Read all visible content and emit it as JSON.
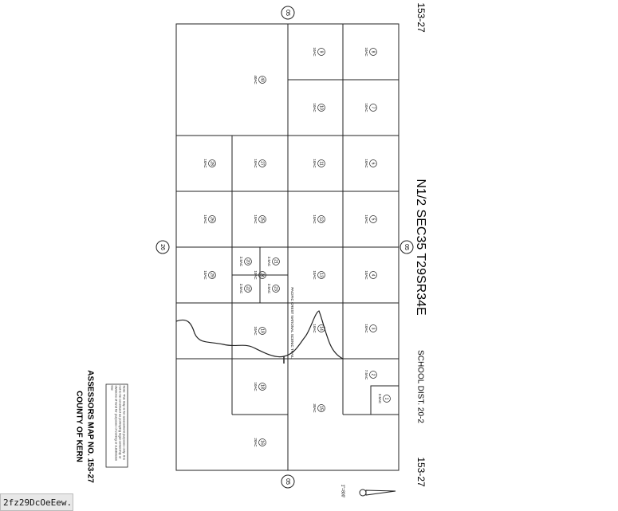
{
  "map": {
    "section_title": "N1/2 SEC35 T29SR34E",
    "map_no_top": "153-27",
    "map_no_bottom": "153-27",
    "road_top": "05",
    "road_center": "05",
    "road_bottom": "05",
    "road_left": "26",
    "school_district": "SCHOOL  DIST. 20-2",
    "trail_label": "PACIFIC CREST NATIONAL SCENIC TRAIL",
    "footer_title_1": "ASSESSORS MAP NO. 153-27",
    "footer_title_2": "COUNTY OF KERN",
    "note": "Note: This map is for assessment purposes only. It is not to be construed as portraying legal ownership or divisions of land for purposes of zoning or subdivision law.",
    "scale_label": "1\"=800'"
  },
  "parcels": [
    {
      "num": "8",
      "area": "10AC"
    },
    {
      "num": "9",
      "area": "10AC"
    },
    {
      "num": "7",
      "area": "10AC"
    },
    {
      "num": "10",
      "area": "10AC"
    },
    {
      "num": "6",
      "area": "10AC"
    },
    {
      "num": "11",
      "area": "10AC"
    },
    {
      "num": "5",
      "area": "10AC"
    },
    {
      "num": "12",
      "area": "10AC"
    },
    {
      "num": "4",
      "area": "10AC"
    },
    {
      "num": "13",
      "area": "10AC"
    },
    {
      "num": "3",
      "area": "10AC"
    },
    {
      "num": "14",
      "area": "10AC"
    },
    {
      "num": "2",
      "area": "7.5AC"
    },
    {
      "num": "1",
      "area": "2.5AC"
    },
    {
      "num": "15",
      "area": "30AC"
    },
    {
      "num": "40",
      "area": "40AC"
    },
    {
      "num": "28",
      "area": "10AC"
    },
    {
      "num": "27",
      "area": "10AC"
    },
    {
      "num": "26",
      "area": "10AC"
    },
    {
      "num": "25",
      "area": "10AC"
    },
    {
      "num": "24",
      "area": "10AC"
    },
    {
      "num": "29",
      "area": "10AC"
    },
    {
      "num": "20",
      "area": "2.5AC"
    },
    {
      "num": "21",
      "area": "2.5AC"
    },
    {
      "num": "22",
      "area": "2.5AC"
    },
    {
      "num": "23",
      "area": "2.5AC"
    },
    {
      "num": "19",
      "area": "10AC"
    },
    {
      "num": "18",
      "area": "10AC"
    },
    {
      "num": "16",
      "area": "20AC"
    }
  ],
  "footer_badge": "2fz29DcOeEew..."
}
